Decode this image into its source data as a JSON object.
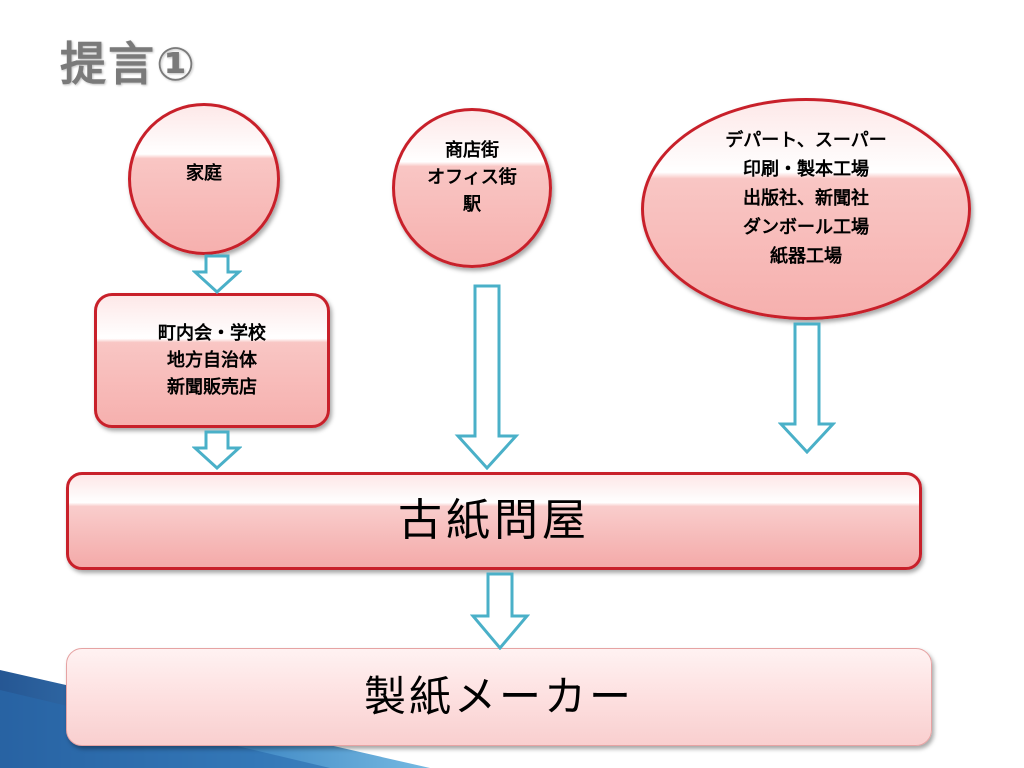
{
  "title": "提言①",
  "colors": {
    "border": "#c8202a",
    "fill": "#f6b0ae",
    "arrow_fill": "#ffffff",
    "arrow_stroke": "#4ab0c8",
    "title": "#7a7a7a"
  },
  "nodes": {
    "home": "家庭",
    "shop": "商店街\nオフィス街\n駅",
    "dept": "デパート、スーパー\n印刷・製本工場\n出版社、新聞社\nダンボール工場\n紙器工場",
    "local": "町内会・学校\n地方自治体\n新聞販売店",
    "dealer": "古紙問屋",
    "maker": "製紙メーカー"
  }
}
